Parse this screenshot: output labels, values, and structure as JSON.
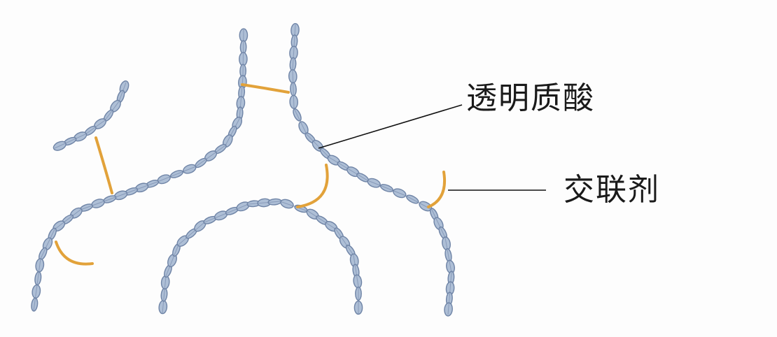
{
  "labels": {
    "hyaluronic_acid": "透明质酸",
    "crosslinker": "交联剂"
  },
  "colors": {
    "chain_fill": "#aebfd6",
    "chain_stroke": "#6f84a6",
    "crosslinker": "#e2a23a",
    "leader_line": "#111111",
    "text": "#1a1a1a"
  },
  "legend": [
    {
      "key": "hyaluronic_acid",
      "meaning": "hyaluronic-acid-chain"
    },
    {
      "key": "crosslinker",
      "meaning": "crosslinker-bond"
    }
  ]
}
